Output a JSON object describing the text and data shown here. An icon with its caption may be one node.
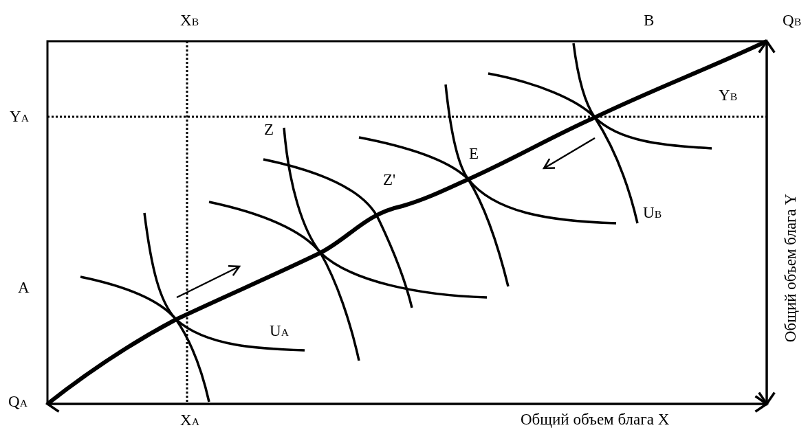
{
  "diagram": {
    "labels": [
      "X$_{B}$",
      "B",
      "Q$_{B}$",
      "Y$_{A}$",
      "Y$_{B}$",
      "Z",
      "E",
      "Z'",
      "U$_{B}$",
      "A",
      "U$_{A}$",
      "Q$_{A}$",
      "X$_{A}$",
      "Общий объем блага X",
      "Общий объем блага Y"
    ]
  }
}
